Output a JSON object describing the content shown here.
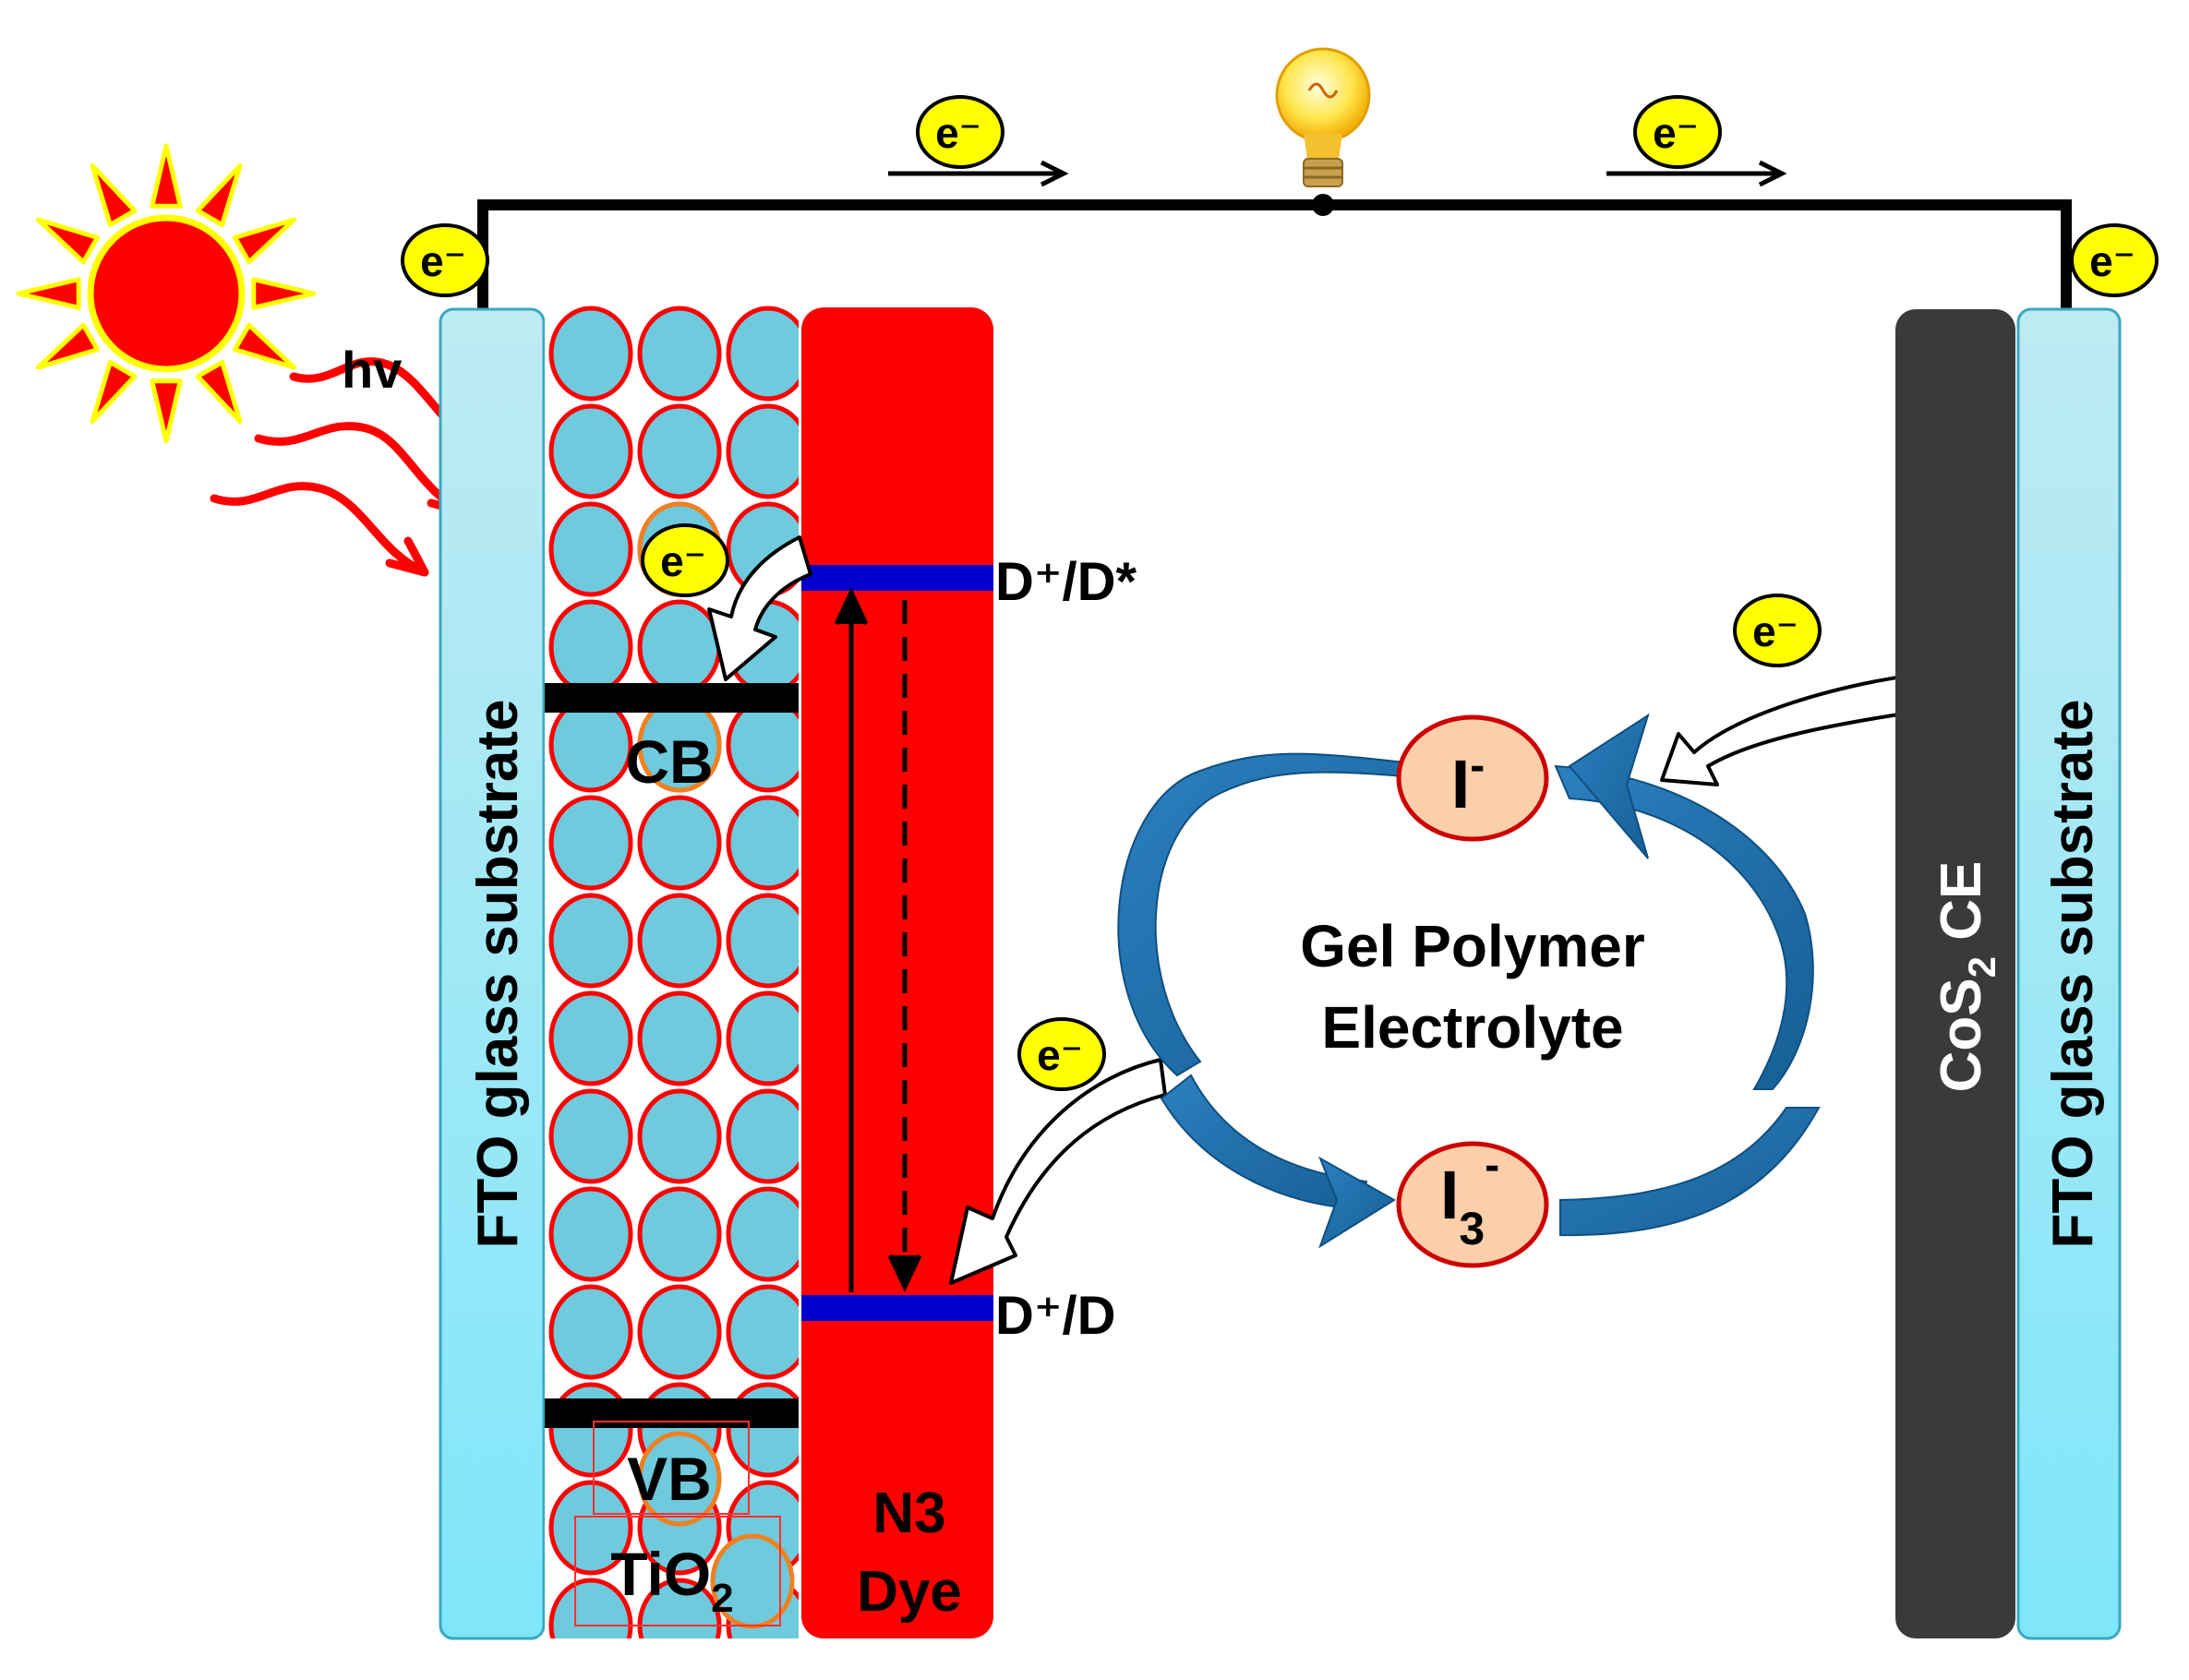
{
  "labels": {
    "hv": "hv",
    "fto_left": "FTO glass substrate",
    "fto_right": "FTO glass substrate",
    "cb": "CB",
    "vb": "VB",
    "tio2_main": "TiO",
    "tio2_sub": "2",
    "dye_line1": "N3",
    "dye_line2": "Dye",
    "excited_level": "D⁺/D*",
    "ground_level": "D⁺/D",
    "electrolyte_line1": "Gel Polymer",
    "electrolyte_line2": "Electrolyte",
    "iodide_main": "I",
    "iodide_sup": "-",
    "triiodide_main": "I",
    "triiodide_sub": "3",
    "triiodide_sup": "-",
    "counter_electrode_prefix": "CoS",
    "counter_electrode_sub": "2",
    "counter_electrode_suffix": " CE",
    "electron": "e⁻"
  },
  "colors": {
    "sun_fill": "#ff0000",
    "sun_outline": "#ffff00",
    "light_ray": "#ff0000",
    "fto_fill": "#a8e8f4",
    "tio2_particle": "#6ecadc",
    "tio2_particle_outline": "#ff0000",
    "dye_fill": "#ff0000",
    "energy_level": "#0000cc",
    "band_edge": "#000000",
    "electron_fill": "#ffff00",
    "ion_fill": "#fbcfaa",
    "ion_outline": "#cc0000",
    "cycle_arrow": "#1a6fae",
    "counter_electrode": "#3a3a3a",
    "wire": "#000000"
  },
  "icons": {
    "sun": "sun-icon",
    "bulb": "light-bulb-icon",
    "electron": "electron-icon"
  }
}
